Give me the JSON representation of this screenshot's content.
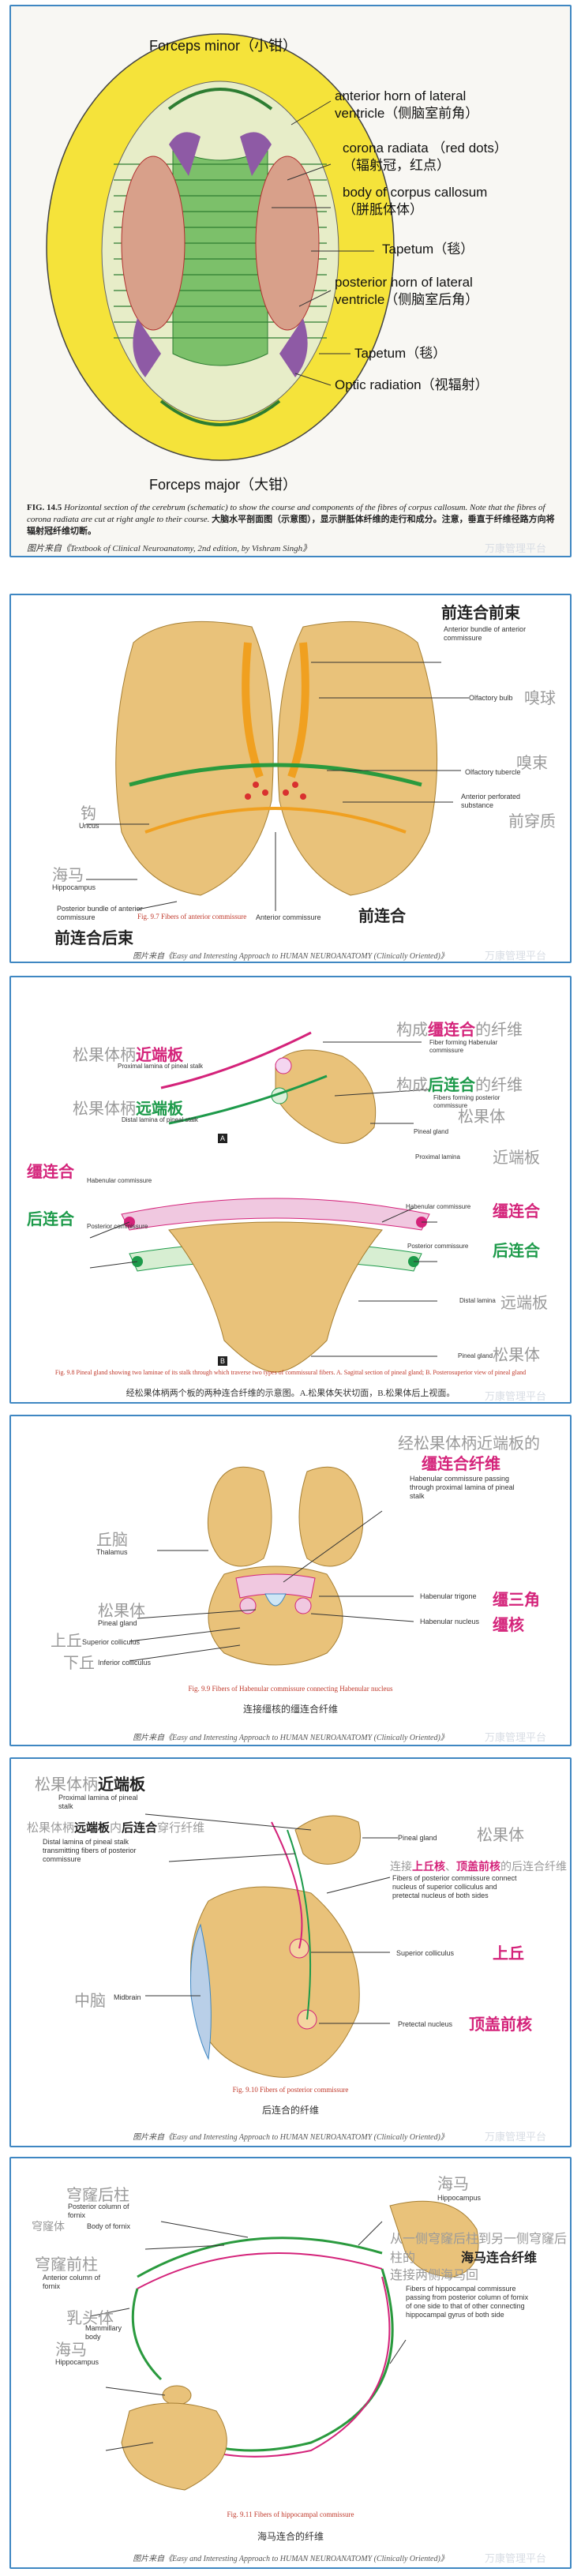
{
  "watermark": "万康管理平台",
  "panel1": {
    "labels": {
      "forceps_minor": "Forceps minor（小钳）",
      "anterior_horn_1": "anterior horn of lateral",
      "anterior_horn_2": "ventricle（侧脑室前角）",
      "corona_1": "corona radiata （red dots）",
      "corona_2": "（辐射冠，红点）",
      "body_cc_1": "body of corpus callosum",
      "body_cc_2": "（胼胝体体）",
      "tapetum_upper": "Tapetum（毯）",
      "posterior_horn_1": "posterior horn of lateral",
      "posterior_horn_2": "ventricle（侧脑室后角）",
      "tapetum_lower": "Tapetum（毯）",
      "optic_radiation": "Optic radiation（视辐射）",
      "forceps_major": "Forceps major（大钳）"
    },
    "caption_fig": "FIG. 14.5",
    "caption_en": "Horizontal section of the cerebrum (schematic) to show the course and components of the fibres of corpus callosum. Note that the fibres of corona radiata are cut at right angle to their course.",
    "caption_zh": "大脑水平剖面图（示意图），显示胼胝体纤维的走行和成分。注意，垂直于纤维径路方向将辐射冠纤维切断。",
    "source": "图片来自《Textbook of Clinical Neuroanatomy, 2nd edition, by Vishram Singh》"
  },
  "panel2": {
    "labels": {
      "title_top": "前连合前束",
      "anterior_bundle": "Anterior bundle of anterior commissure",
      "olfactory_bulb": "Olfactory bulb",
      "olfactory_bulb_zh": "嗅球",
      "olfactory_tubercle_zh": "嗅束",
      "olfactory_tubercle": "Olfactory tubercle",
      "ant_perf_sub": "Anterior perforated substance",
      "ant_perf_zh": "前穿质",
      "uncus_zh": "钩",
      "uncus": "Uncus",
      "hippocampus_zh": "海马",
      "hippocampus": "Hippocampus",
      "post_bundle": "Posterior bundle of anterior commissure",
      "anterior_commissure": "Anterior commissure",
      "anterior_commissure_zh": "前连合",
      "post_bundle_zh": "前连合后束"
    },
    "caption": "Fig. 9.7 Fibers of anterior commissure",
    "source": "图片来自《Easy and Interesting Approach to HUMAN NEUROANATOMY (Clinically Oriented)》"
  },
  "panel3": {
    "labels": {
      "form_hab_zh_a": "构成",
      "form_hab_zh_b": "缰连合",
      "form_hab_zh_c": "的纤维",
      "fiber_hab": "Fiber forming Habenular commissure",
      "prox_lamina_zh_a": "松果体柄",
      "prox_lamina_zh_b": "近端板",
      "prox_lamina": "Proximal lamina of pineal stalk",
      "form_post_zh_a": "构成",
      "form_post_zh_b": "后连合",
      "form_post_zh_c": "的纤维",
      "fiber_post": "Fibers forming posterior commissure",
      "distal_lamina_zh_a": "松果体柄",
      "distal_lamina_zh_b": "远端板",
      "distal_lamina": "Distal lamina of pineal stalk",
      "pineal_gland_zh": "松果体",
      "pineal_gland": "Pineal gland",
      "marker_a": "A",
      "marker_b": "B",
      "proximal_lamina": "Proximal lamina",
      "proximal_lamina_zh": "近端板",
      "hab_comm_zh_left": "缰连合",
      "hab_comm": "Habenular commissure",
      "hab_comm_zh_right": "缰连合",
      "post_comm_zh_left": "后连合",
      "post_comm": "Posterior commissure",
      "post_comm_zh_right": "后连合",
      "distal_lamina_b": "Distal lamina",
      "distal_lamina_b_zh": "远端板",
      "pineal_gland_b": "Pineal gland",
      "pineal_gland_b_zh": "松果体"
    },
    "caption": "Fig. 9.8 Pineal gland showing two laminae of its stalk through which traverse two types of commissural fibers. A. Sagittal section of pineal gland; B. Posterosuperior view of pineal gland",
    "caption_zh": "经松果体柄两个板的两种连合纤维的示意图。A.松果体矢状切面，B.松果体后上视面。",
    "source": "图片来自《Easy and Interesting Approach to HUMAN NEUROANATOMY (Clinically Oriented)》"
  },
  "panel4": {
    "labels": {
      "title_zh_1": "经松果体柄近端板的",
      "title_zh_2": "缰连合纤维",
      "hab_comm_pass": "Habenular commissure passing through proximal lamina of pineal stalk",
      "thalamus_zh": "丘脑",
      "thalamus": "Thalamus",
      "hab_trigone": "Habenular trigone",
      "hab_trigone_zh": "缰三角",
      "hab_nucleus": "Habenular nucleus",
      "hab_nucleus_zh": "缰核",
      "pineal_zh": "松果体",
      "pineal": "Pineal gland",
      "sup_coll_zh": "上丘",
      "sup_coll": "Superior colliculus",
      "inf_coll_zh": "下丘",
      "inf_coll": "Inferior colliculus"
    },
    "caption": "Fig. 9.9 Fibers of Habenular commissure connecting Habenular nucleus",
    "caption_zh": "连接缰核的缰连合纤维",
    "source": "图片来自《Easy and Interesting Approach to HUMAN NEUROANATOMY (Clinically Oriented)》"
  },
  "panel5": {
    "labels": {
      "prox_zh_a": "松果体柄",
      "prox_zh_b": "近端板",
      "prox": "Proximal lamina of pineal stalk",
      "distal_zh_a": "松果体柄",
      "distal_zh_b": "远端板",
      "distal_zh_c": "内",
      "distal_zh_d": "后连合",
      "distal_zh_e": "穿行纤维",
      "distal": "Distal lamina of pineal stalk transmitting fibers of posterior commissure",
      "pineal_zh": "松果体",
      "pineal": "Pineal gland",
      "connect_zh_a": "连接",
      "connect_zh_b": "上丘核",
      "connect_zh_c": "、",
      "connect_zh_d": "顶盖前核",
      "connect_zh_e": "的后连合纤维",
      "fibers_post": "Fibers of posterior commissure connect nucleus of superior colliculus and pretectal nucleus of both sides",
      "midbrain_zh": "中脑",
      "midbrain": "Midbrain",
      "sup_coll": "Superior colliculus",
      "sup_coll_zh": "上丘",
      "pretectal": "Pretectal nucleus",
      "pretectal_zh": "顶盖前核"
    },
    "caption": "Fig. 9.10 Fibers of posterior commissure",
    "caption_zh": "后连合的纤维",
    "source": "图片来自《Easy and Interesting Approach to HUMAN NEUROANATOMY (Clinically Oriented)》"
  },
  "panel6": {
    "labels": {
      "hippocampus_zh": "海马",
      "hippocampus": "Hippocampus",
      "post_col_zh": "穹窿后柱",
      "post_col": "Posterior column of fornix",
      "body_fornix_zh": "穹窿体",
      "body_fornix": "Body of fornix",
      "ant_col_zh": "穹窿前柱",
      "ant_col": "Anterior column of fornix",
      "mamm_zh": "乳头体",
      "mamm": "Mammillary body",
      "hippo_b_zh": "海马",
      "hippo_b": "Hippocampus",
      "hippo_comm_zh_a": "从一侧穹窿后柱到另一侧穹窿后柱的",
      "hippo_comm_zh_b": "海马连合纤维",
      "hippo_comm_zh_c": "连接两侧海马回",
      "hippo_comm": "Fibers of hippocampal commissure passing from posterior column of fornix of one side to that of other connecting hippocampal gyrus of both side"
    },
    "caption": "Fig. 9.11 Fibers of hippocampal commissure",
    "caption_zh": "海马连合的纤维",
    "source": "图片来自《Easy and Interesting Approach to HUMAN NEUROANATOMY (Clinically Oriented)》"
  }
}
